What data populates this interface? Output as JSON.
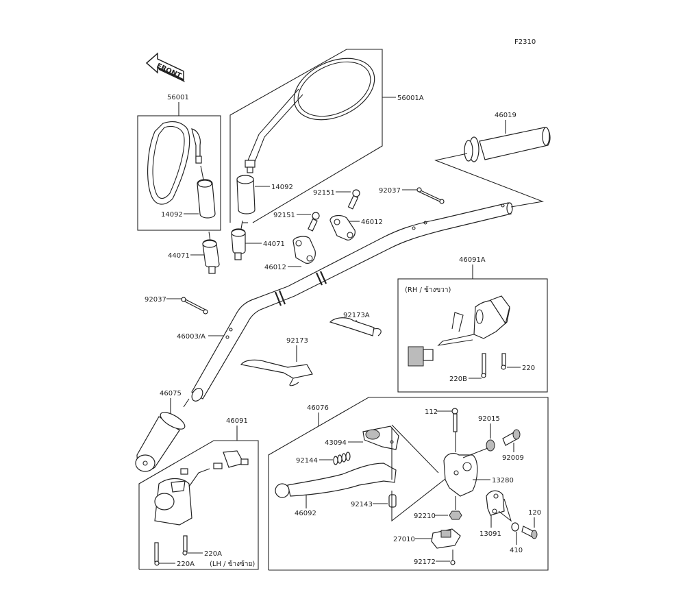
{
  "figure_code": "F2310",
  "front_indicator": "FRONT",
  "groups": {
    "left_mirror": {
      "label": "56001"
    },
    "right_mirror": {
      "label": "56001A"
    },
    "rh_switch": {
      "label": "46091A",
      "side_note": "(RH / ข้างขวา)"
    },
    "lh_switch": {
      "label": "46091",
      "side_note": "(LH / ข้างซ้าย)"
    },
    "clutch_lever_assy": {
      "label": "46076"
    }
  },
  "parts": {
    "p_14092_left": "14092",
    "p_14092_right": "14092",
    "p_44071_left": "44071",
    "p_44071_right": "44071",
    "p_92151_upper": "92151",
    "p_92151_lower": "92151",
    "p_46012_upper": "46012",
    "p_46012_lower": "46012",
    "p_92037_upper": "92037",
    "p_92037_lower": "92037",
    "p_46019": "46019",
    "p_46003": "46003/A",
    "p_92173A": "92173A",
    "p_92173": "92173",
    "p_46075": "46075",
    "p_220": "220",
    "p_220B": "220B",
    "p_220A_1": "220A",
    "p_220A_2": "220A",
    "p_43094": "43094",
    "p_92144": "92144",
    "p_46092": "46092",
    "p_92143": "92143",
    "p_112": "112",
    "p_92015": "92015",
    "p_92009": "92009",
    "p_13280": "13280",
    "p_92210": "92210",
    "p_13091": "13091",
    "p_120": "120",
    "p_410": "410",
    "p_27010": "27010",
    "p_92172": "92172"
  }
}
